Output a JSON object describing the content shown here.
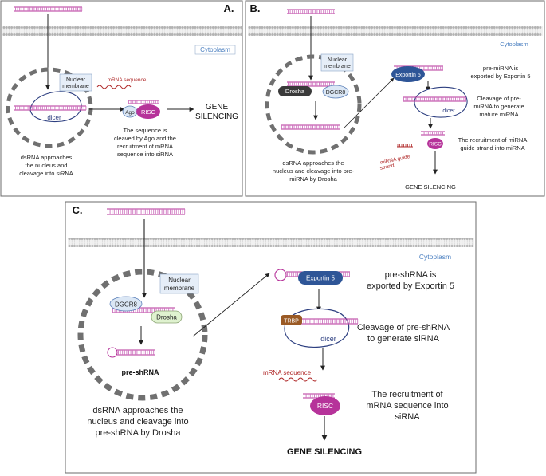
{
  "panels": {
    "A": {
      "label": "A.",
      "cytoplasm": "Cytoplasm",
      "nuclear_membrane": [
        "Nuclear",
        "membrane"
      ],
      "mrna_sequence": "mRNA sequence",
      "dicer": "dicer",
      "ago": "Ago",
      "risc": "RISC",
      "gene_silencing": [
        "GENE",
        "SILENCING"
      ],
      "caption_left": [
        "dsRNA approaches",
        "the nucleus and",
        "cleavage  into siRNA"
      ],
      "caption_right": [
        "The sequence is",
        "cleaved by Ago and the",
        "recruitment of mRNA",
        "sequence into siRNA"
      ]
    },
    "B": {
      "label": "B.",
      "cytoplasm": "Cytoplasm",
      "nuclear_membrane": [
        "Nuclear",
        "membrane"
      ],
      "drosha": "Drosha",
      "dgcr8": "DGCR8",
      "exportin": "Exportin 5",
      "dicer": "dicer",
      "risc": "RISC",
      "mirna_guide": [
        "miRNA guide",
        "strand"
      ],
      "caption_left": [
        "dsRNA approaches the",
        "nucleus and cleavage  into pre-",
        "miRNA by Drosha"
      ],
      "step1": [
        "pre-miRNA is",
        "exported by Exportin 5"
      ],
      "step2": [
        "Cleavage of pre-",
        "miRNA to generate",
        "mature miRNA"
      ],
      "step3": [
        "The recruitment of miRNA",
        "guide strand into miRNA"
      ],
      "gene_silencing": "GENE SILENCING"
    },
    "C": {
      "label": "C.",
      "cytoplasm": "Cytoplasm",
      "nuclear_membrane": [
        "Nuclear",
        "membrane"
      ],
      "dgcr8": "DGCR8",
      "drosha": "Drosha",
      "pre_shrna": "pre-shRNA",
      "exportin": "Exportin 5",
      "trbp": "TRBP",
      "dicer": "dicer",
      "mrna_sequence": "mRNA sequence",
      "risc": "RISC",
      "caption_left": [
        "dsRNA approaches the",
        "nucleus and cleavage  into",
        "pre-shRNA by Drosha"
      ],
      "step1": [
        "pre-shRNA is",
        "exported by Exportin 5"
      ],
      "step2": [
        "Cleavage of pre-shRNA",
        "to generate siRNA"
      ],
      "step3": [
        "The recruitment of",
        "mRNA sequence into",
        "siRNA"
      ],
      "gene_silencing": "GENE SILENCING"
    }
  },
  "colors": {
    "rna": "#b6339a",
    "membrane": "#c8c8c8",
    "nuclear_membrane": "#707070",
    "exportin": "#2e5597",
    "risc": "#b6339a",
    "drosha_dark": "#3a3a3a",
    "drosha_green": "#dff2cf",
    "trbp": "#9a5a25",
    "cytoplasm_text": "#4a7fc0",
    "mrna": "#b02a2a"
  }
}
